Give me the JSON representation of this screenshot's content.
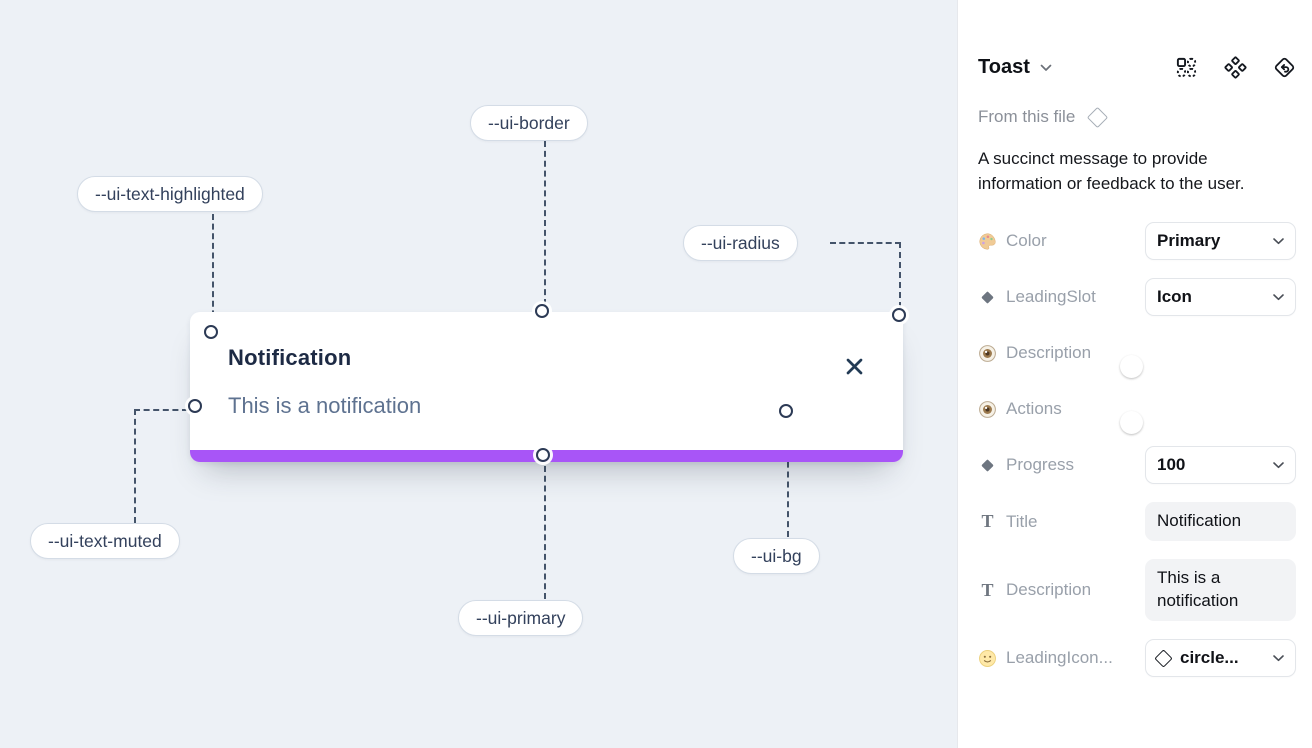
{
  "canvas": {
    "toast": {
      "title": "Notification",
      "description": "This is a notification"
    },
    "callouts": [
      {
        "label": "--ui-border"
      },
      {
        "label": "--ui-text-highlighted"
      },
      {
        "label": "--ui-radius"
      },
      {
        "label": "--ui-text-muted"
      },
      {
        "label": "--ui-primary"
      },
      {
        "label": "--ui-bg"
      }
    ],
    "colors": {
      "primary": "#a855f7",
      "canvas_bg": "#edf1f6",
      "title_text": "#1d2a44",
      "muted_text": "#5e7290"
    }
  },
  "panel": {
    "title": "Toast",
    "source": "From this file",
    "description": "A succinct message to provide information or feedback to the user.",
    "icons": [
      "instance-grid-icon",
      "components-icon",
      "return-to-component-icon"
    ],
    "rows": [
      {
        "label": "Color",
        "icon": "palette-icon",
        "control": "select",
        "value": "Primary"
      },
      {
        "label": "LeadingSlot",
        "icon": "diamond-icon",
        "control": "select",
        "value": "Icon"
      },
      {
        "label": "Description",
        "icon": "eye-icon",
        "control": "toggle",
        "value": "on"
      },
      {
        "label": "Actions",
        "icon": "eye-icon",
        "control": "toggle",
        "value": "on"
      },
      {
        "label": "Progress",
        "icon": "diamond-icon",
        "control": "select",
        "value": "100"
      },
      {
        "label": "Title",
        "icon": "text-icon",
        "control": "text",
        "value": "Notification"
      },
      {
        "label": "Description",
        "icon": "text-icon",
        "control": "textarea",
        "value": "This is a notification"
      },
      {
        "label": "LeadingIcon...",
        "icon": "smiley-icon",
        "control": "select",
        "value": "circle..."
      }
    ],
    "toggle_color": "#2aa3f7"
  }
}
